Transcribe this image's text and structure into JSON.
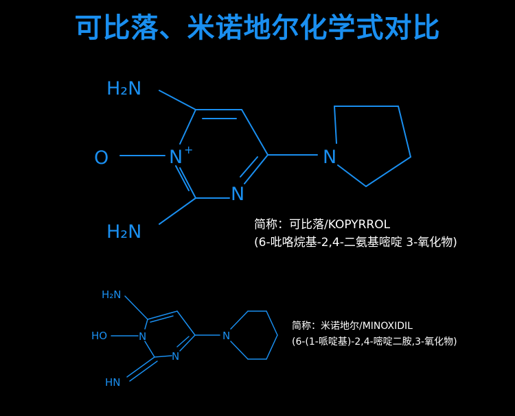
{
  "title": "可比落、米诺地尔化学式对比",
  "colors": {
    "background": "#000000",
    "accent": "#1a8ff0",
    "caption_text": "#ffffff"
  },
  "kopyrrol": {
    "atoms": {
      "h2n_top": "H₂N",
      "o": "O",
      "n_plus": "N",
      "plus": "+",
      "n_ring": "N",
      "n_pyrrolidine": "N",
      "h2n_bottom": "H₂N"
    },
    "caption_line1": "简称：可比落/KOPYRROL",
    "caption_line2": "(6-吡咯烷基-2,4-二氨基嘧啶 3-氧化物)"
  },
  "minoxidil": {
    "atoms": {
      "h2n": "H₂N",
      "ho": "HO",
      "n1": "N",
      "n3": "N",
      "n_piperidine": "N",
      "hn": "HN"
    },
    "caption_line1": "简称：米诺地尔/MINOXIDIL",
    "caption_line2": "(6-(1-哌啶基)-2,4-嘧啶二胺,3-氧化物)"
  }
}
